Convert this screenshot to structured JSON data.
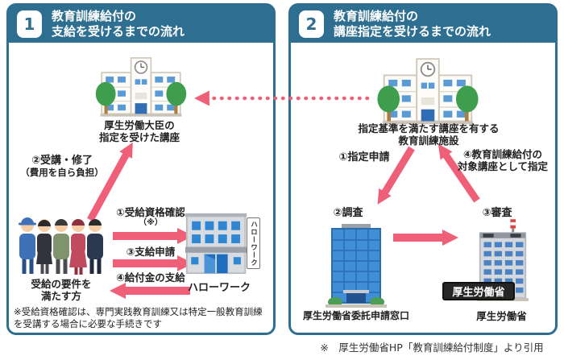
{
  "colors": {
    "header_teal": "#2E6E90",
    "arrow_pink": "#EF5F78",
    "text_dark": "#222222"
  },
  "panel1": {
    "number": "1",
    "title": [
      "教育訓練給付の",
      "支給を受けるまでの流れ"
    ],
    "school_label": [
      "厚生労働大臣の",
      "指定を受けた講座"
    ],
    "step2_label": "②受講・修了",
    "step2_sub": "（費用を自ら負担）",
    "step1_label": "①受給資格確認",
    "step1_note": "（※）",
    "step3_label": "③支給申請",
    "step4_label": "④給付金の支給",
    "people_label": [
      "受給の要件を",
      "満たす方"
    ],
    "hellowork_sign": "ハローワーク",
    "hellowork_label": "ハローワーク",
    "footnote": "※受給資格確認は、専門実践教育訓練又は特定一般教育訓練を受講する場合に必要な手続きです"
  },
  "panel2": {
    "number": "2",
    "title": [
      "教育訓練給付の",
      "講座指定を受けるまでの流れ"
    ],
    "school_label": [
      "指定基準を満たす講座を有する",
      "教育訓練施設"
    ],
    "step1_label": "①指定申請",
    "step2_label": "②調査",
    "step3_label": "③審査",
    "step4_label": [
      "④教育訓練給付の",
      "対象講座として指定"
    ],
    "tower_label": "厚生労働省委託申請窓口",
    "ministry_sign": "厚生労働省",
    "ministry_label": "厚生労働省"
  },
  "citation": "※　厚生労働省HP「教育訓練給付制度」より引用"
}
